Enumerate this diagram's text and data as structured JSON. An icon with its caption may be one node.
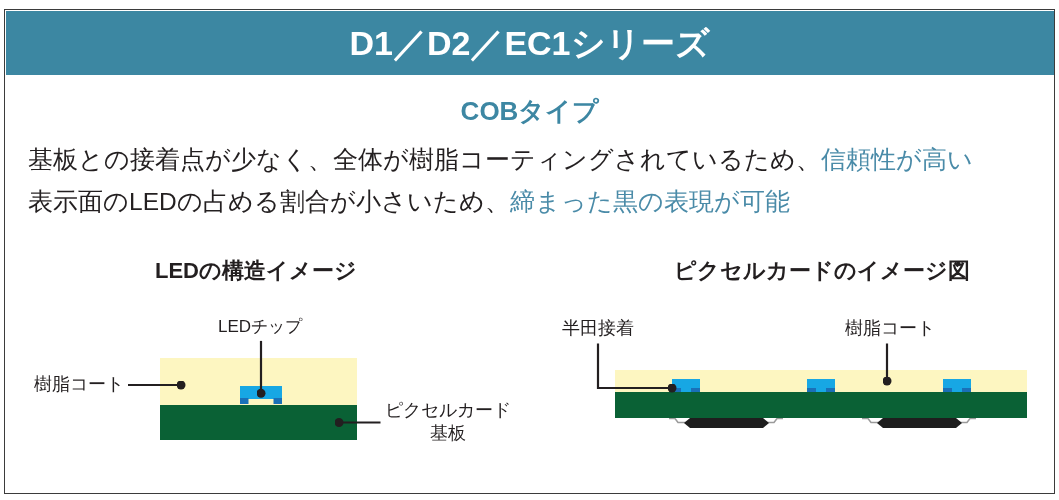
{
  "diagram": {
    "title": "D1／D2／EC1シリーズ",
    "nodes": [
      {
        "text": [
          "LEDチップ"
        ]
      },
      {
        "text": [
          "樹脂コート"
        ]
      },
      {
        "text": [],
        "shape": "box"
      },
      {
        "text": [],
        "shape": "box",
        "in": 2
      },
      {
        "text": [],
        "shape": "box"
      },
      {
        "text": [
          "ピクセルカード基板"
        ]
      },
      {
        "text": [
          "半田接着"
        ]
      },
      {
        "text": [
          "樹脂コート"
        ]
      },
      {
        "text": [],
        "shape": "box"
      },
      {
        "text": [],
        "shape": "box",
        "in": 8
      },
      {
        "text": [],
        "shape": "box",
        "in": 8
      },
      {
        "text": [],
        "shape": "box",
        "in": 8
      },
      {
        "text": [],
        "shape": "box"
      }
    ],
    "edges": [
      {
        "from": 0,
        "to": 3,
        "arrow": "other"
      },
      {
        "from": 1,
        "to": 2,
        "arrow": "other"
      },
      {
        "from": 5,
        "to": 4,
        "arrow": "other"
      },
      {
        "from": 6,
        "to": 9,
        "arrow": "other"
      },
      {
        "from": 7,
        "to": 8,
        "arrow": "other"
      }
    ],
    "labels": [
      "COBタイプ",
      "基板との接着点が少なく、全体が樹脂コーティングされているため、",
      "信頼性が高い",
      "表示面のLEDの占める割合が小さいため、",
      "締まった黒の表現が可能",
      "LEDの構造イメージ",
      "ピクセルカードのイメージ図"
    ]
  }
}
